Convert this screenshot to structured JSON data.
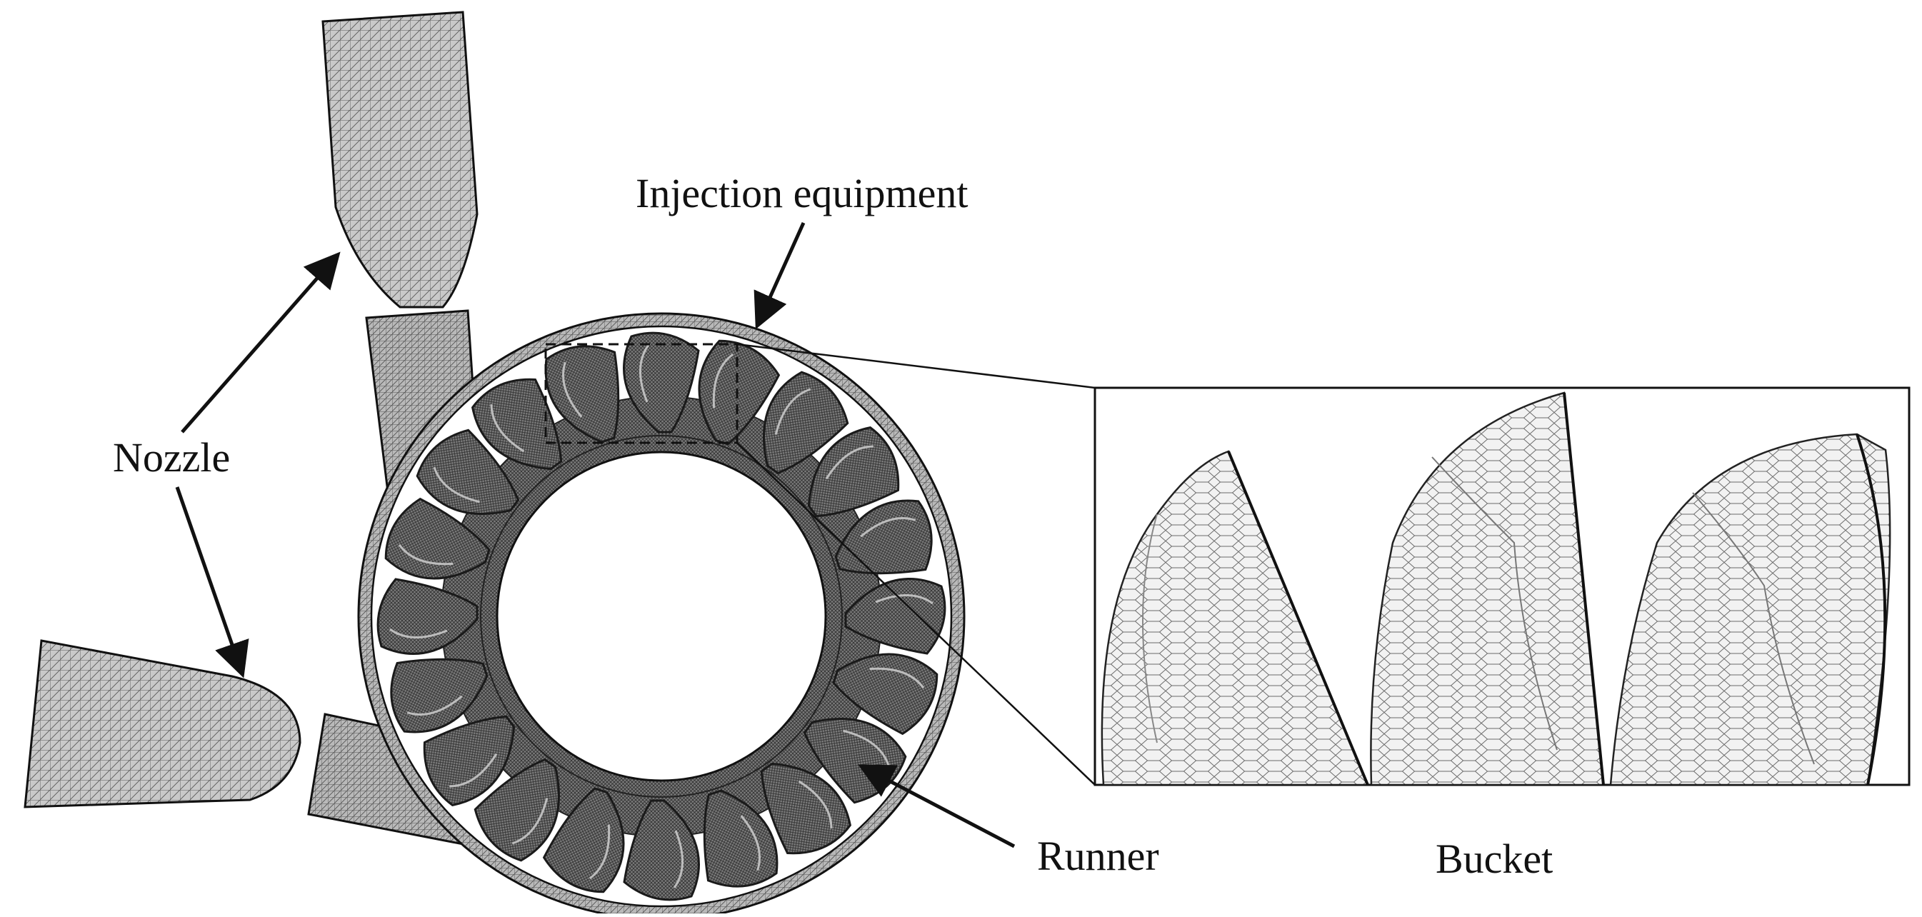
{
  "labels": {
    "nozzle": "Nozzle",
    "injection_equipment": "Injection equipment",
    "runner": "Runner",
    "bucket": "Bucket"
  },
  "runner": {
    "bucket_count": 20
  },
  "colors": {
    "ink": "#111111",
    "mesh_fill": "#8d8d8d",
    "mesh_dark": "#3a3a3a",
    "mesh_line": "#5a5a5a",
    "background": "#ffffff"
  }
}
